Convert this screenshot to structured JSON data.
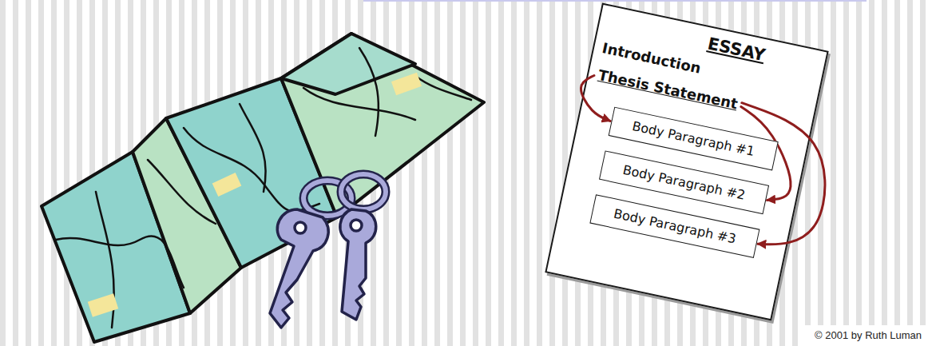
{
  "diagram": {
    "nodes": [
      {
        "text": [
          "ESSAY",
          "Introduction"
        ]
      },
      {
        "text": [
          "Thesis Statement"
        ],
        "in": 0
      },
      {
        "text": [
          "Body Paragraph #1"
        ],
        "in": 0
      },
      {
        "text": [
          "Body Paragraph #2"
        ],
        "in": 0
      },
      {
        "text": [
          "Body Paragraph #3"
        ],
        "in": 0
      }
    ],
    "edges": [
      {
        "from": 1,
        "to": 2,
        "arrow": "to"
      },
      {
        "from": 1,
        "to": 3,
        "arrow": "to"
      },
      {
        "from": 1,
        "to": 4,
        "arrow": "to"
      }
    ],
    "labels": [
      "© 2001 by Ruth Luman"
    ]
  }
}
